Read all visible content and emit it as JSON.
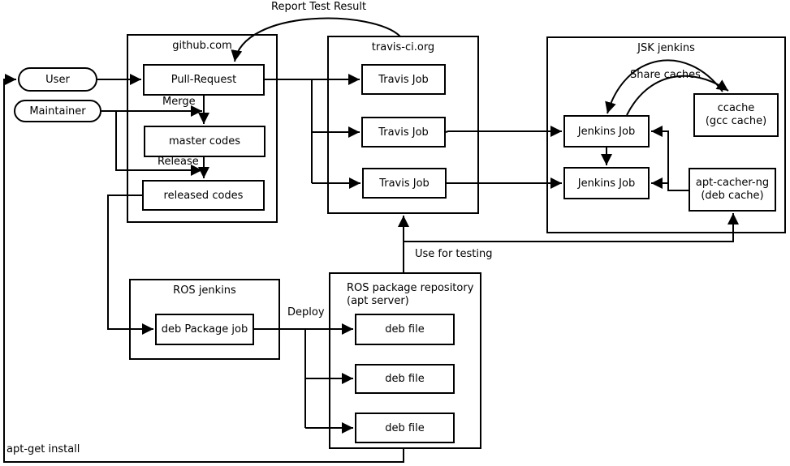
{
  "colors": {
    "stroke": "#000000",
    "background": "#ffffff"
  },
  "containers": {
    "github": {
      "title": "github.com"
    },
    "travis": {
      "title": "travis-ci.org"
    },
    "jsk": {
      "title": "JSK jenkins"
    },
    "ros_jenkins": {
      "title": "ROS jenkins"
    },
    "ros_repo": {
      "title_line1": "ROS package repository",
      "title_line2": "(apt server)"
    }
  },
  "nodes": {
    "user": "User",
    "maintainer": "Maintainer",
    "pull_request": "Pull-Request",
    "master_codes": "master codes",
    "released_codes": "released codes",
    "travis_job_1": "Travis Job",
    "travis_job_2": "Travis Job",
    "travis_job_3": "Travis Job",
    "jenkins_job_1": "Jenkins Job",
    "jenkins_job_2": "Jenkins Job",
    "ccache": {
      "line1": "ccache",
      "line2": "(gcc cache)"
    },
    "apt_cacher": {
      "line1": "apt-cacher-ng",
      "line2": "(deb cache)"
    },
    "deb_package_job": "deb Package job",
    "deb_file_1": "deb file",
    "deb_file_2": "deb file",
    "deb_file_3": "deb file"
  },
  "edge_labels": {
    "report_test_result": "Report Test Result",
    "merge": "Merge",
    "release": "Release",
    "share_caches": "Share caches",
    "use_for_testing": "Use for testing",
    "deploy": "Deploy",
    "apt_get_install": "apt-get install"
  }
}
